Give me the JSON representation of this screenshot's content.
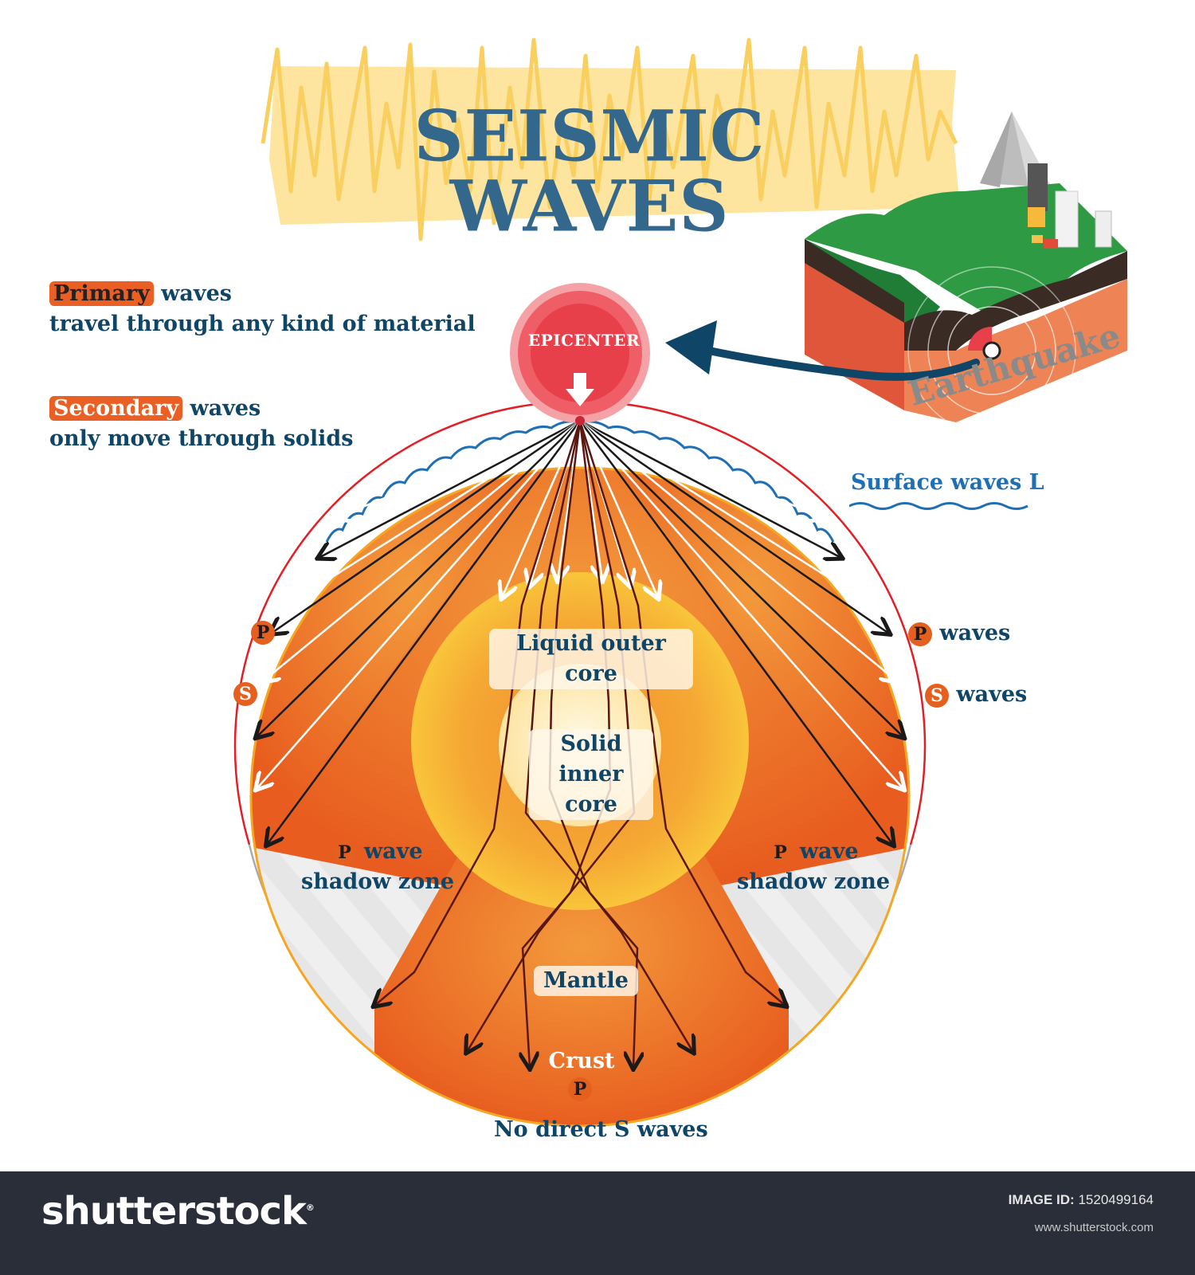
{
  "title": "SEISMIC WAVES",
  "legend": {
    "primary": {
      "tag": "Primary",
      "rest": "waves",
      "description": "travel through any kind of material"
    },
    "secondary": {
      "tag": "Secondary",
      "rest": "waves",
      "description": "only move through solids"
    }
  },
  "epicenter": {
    "label": "EPICENTER"
  },
  "earthquake": {
    "label": "Earthquake"
  },
  "surface_waves": {
    "label": "Surface waves L"
  },
  "markers": {
    "p": "P",
    "s": "S",
    "p_waves_label": "waves",
    "s_waves_label": "waves"
  },
  "layers": {
    "outer_core": "Liquid outer core",
    "inner_core_line1": "Solid",
    "inner_core_line2": "inner core",
    "mantle": "Mantle",
    "crust": "Crust"
  },
  "shadow_zones": {
    "left": {
      "badge": "P",
      "line1": "wave",
      "line2": "shadow zone"
    },
    "right": {
      "badge": "P",
      "line1": "wave",
      "line2": "shadow zone"
    }
  },
  "bottom": {
    "badge": "P",
    "caption": "No direct S waves"
  },
  "footer": {
    "logo": "shutterstock",
    "image_id_label": "IMAGE ID:",
    "image_id": "1520499164",
    "url": "www.shutterstock.com"
  },
  "colors": {
    "title": "#33688c",
    "text_dark_blue": "#0f4566",
    "orange_tag": "#ea5f24",
    "mantle_orange": "#ec6a23",
    "outer_core_yellow": "#f7b531",
    "inner_core_cream": "#fff3cf",
    "epicenter_red": "#e8404a",
    "surface_wave_blue": "#1f6fb5",
    "ring_red": "#e31e24",
    "shadow_gray": "#e2e2e2",
    "footer_bg": "#292e38"
  }
}
